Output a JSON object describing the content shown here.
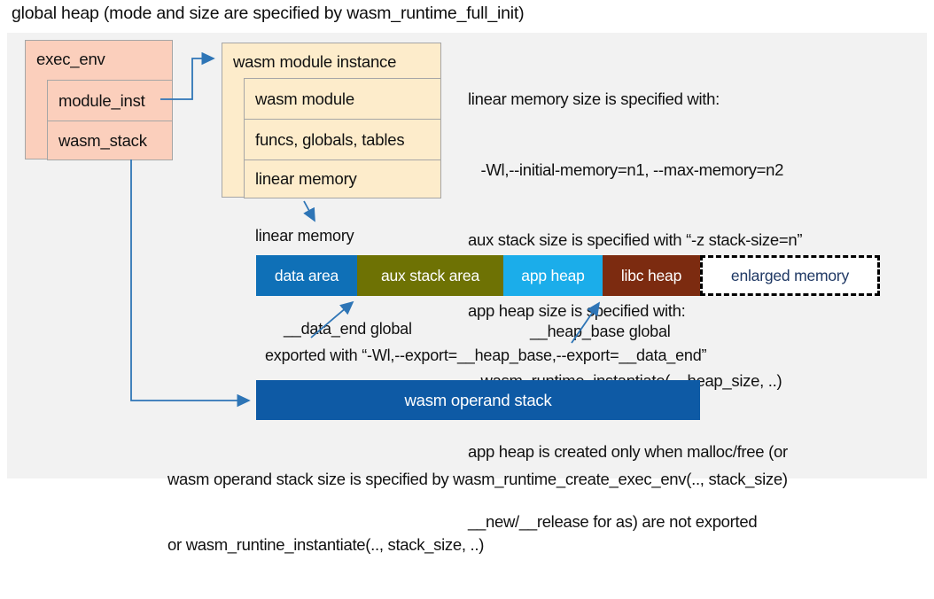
{
  "title": "global heap (mode and size are specified by wasm_runtime_full_init)",
  "exec_env_box": {
    "title": "exec_env",
    "rows": [
      "module_inst",
      "wasm_stack"
    ]
  },
  "module_instance_box": {
    "title": "wasm module instance",
    "rows": [
      "wasm module",
      "funcs, globals, tables",
      "linear memory"
    ]
  },
  "notes": {
    "lines": [
      "linear memory size is specified with:",
      "   -Wl,--initial-memory=n1, --max-memory=n2",
      "aux stack size is specified with “-z stack-size=n”",
      "app heap size is specified with:",
      "   wasm_runtime_instantiate(.., heap_size, ..)",
      "app heap is created only when malloc/free (or",
      "__new/__release for as) are not exported"
    ]
  },
  "linear_memory": {
    "label": "linear memory",
    "segments": [
      {
        "label": "data area",
        "color": "#0f70b7"
      },
      {
        "label": "aux stack area",
        "color": "#6e7204"
      },
      {
        "label": "app heap",
        "color": "#1badea"
      },
      {
        "label": "libc heap",
        "color": "#7c2b10"
      },
      {
        "label": "enlarged memory",
        "color": "#ffffff",
        "text_color": "#1f3864",
        "border": "dashed-black"
      }
    ],
    "annotations": {
      "data_end": "__data_end global",
      "heap_base": "__heap_base global",
      "exported": "exported with “-Wl,--export=__heap_base,--export=__data_end”"
    }
  },
  "operand_stack": {
    "label": "wasm operand stack",
    "color": "#0e5aa5"
  },
  "footer": {
    "lines": [
      "wasm operand stack size is specified by wasm_runtime_create_exec_env(.., stack_size)",
      "or wasm_runtine_instantiate(.., stack_size, ..)"
    ]
  },
  "colors": {
    "panel_bg": "#f2f2f2",
    "struct_box_pink": "#fbcfbc",
    "struct_box_cream": "#fdeccb",
    "box_border": "#a6a6a6",
    "arrow_blue": "#2e75b6",
    "enlarged_text": "#1f3864"
  }
}
